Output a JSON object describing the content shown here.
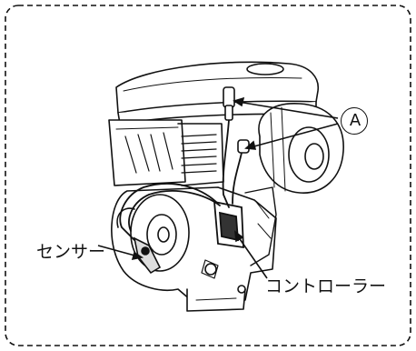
{
  "labels": {
    "sensor": "センサー",
    "controller": "コントローラー",
    "part_a": "A"
  },
  "frame": {
    "style": "dashed rounded border",
    "color": "#111111"
  },
  "icons": [
    "engine-illustration",
    "sensor-part",
    "controller-part",
    "wire-harness",
    "spark-plug-cap"
  ]
}
